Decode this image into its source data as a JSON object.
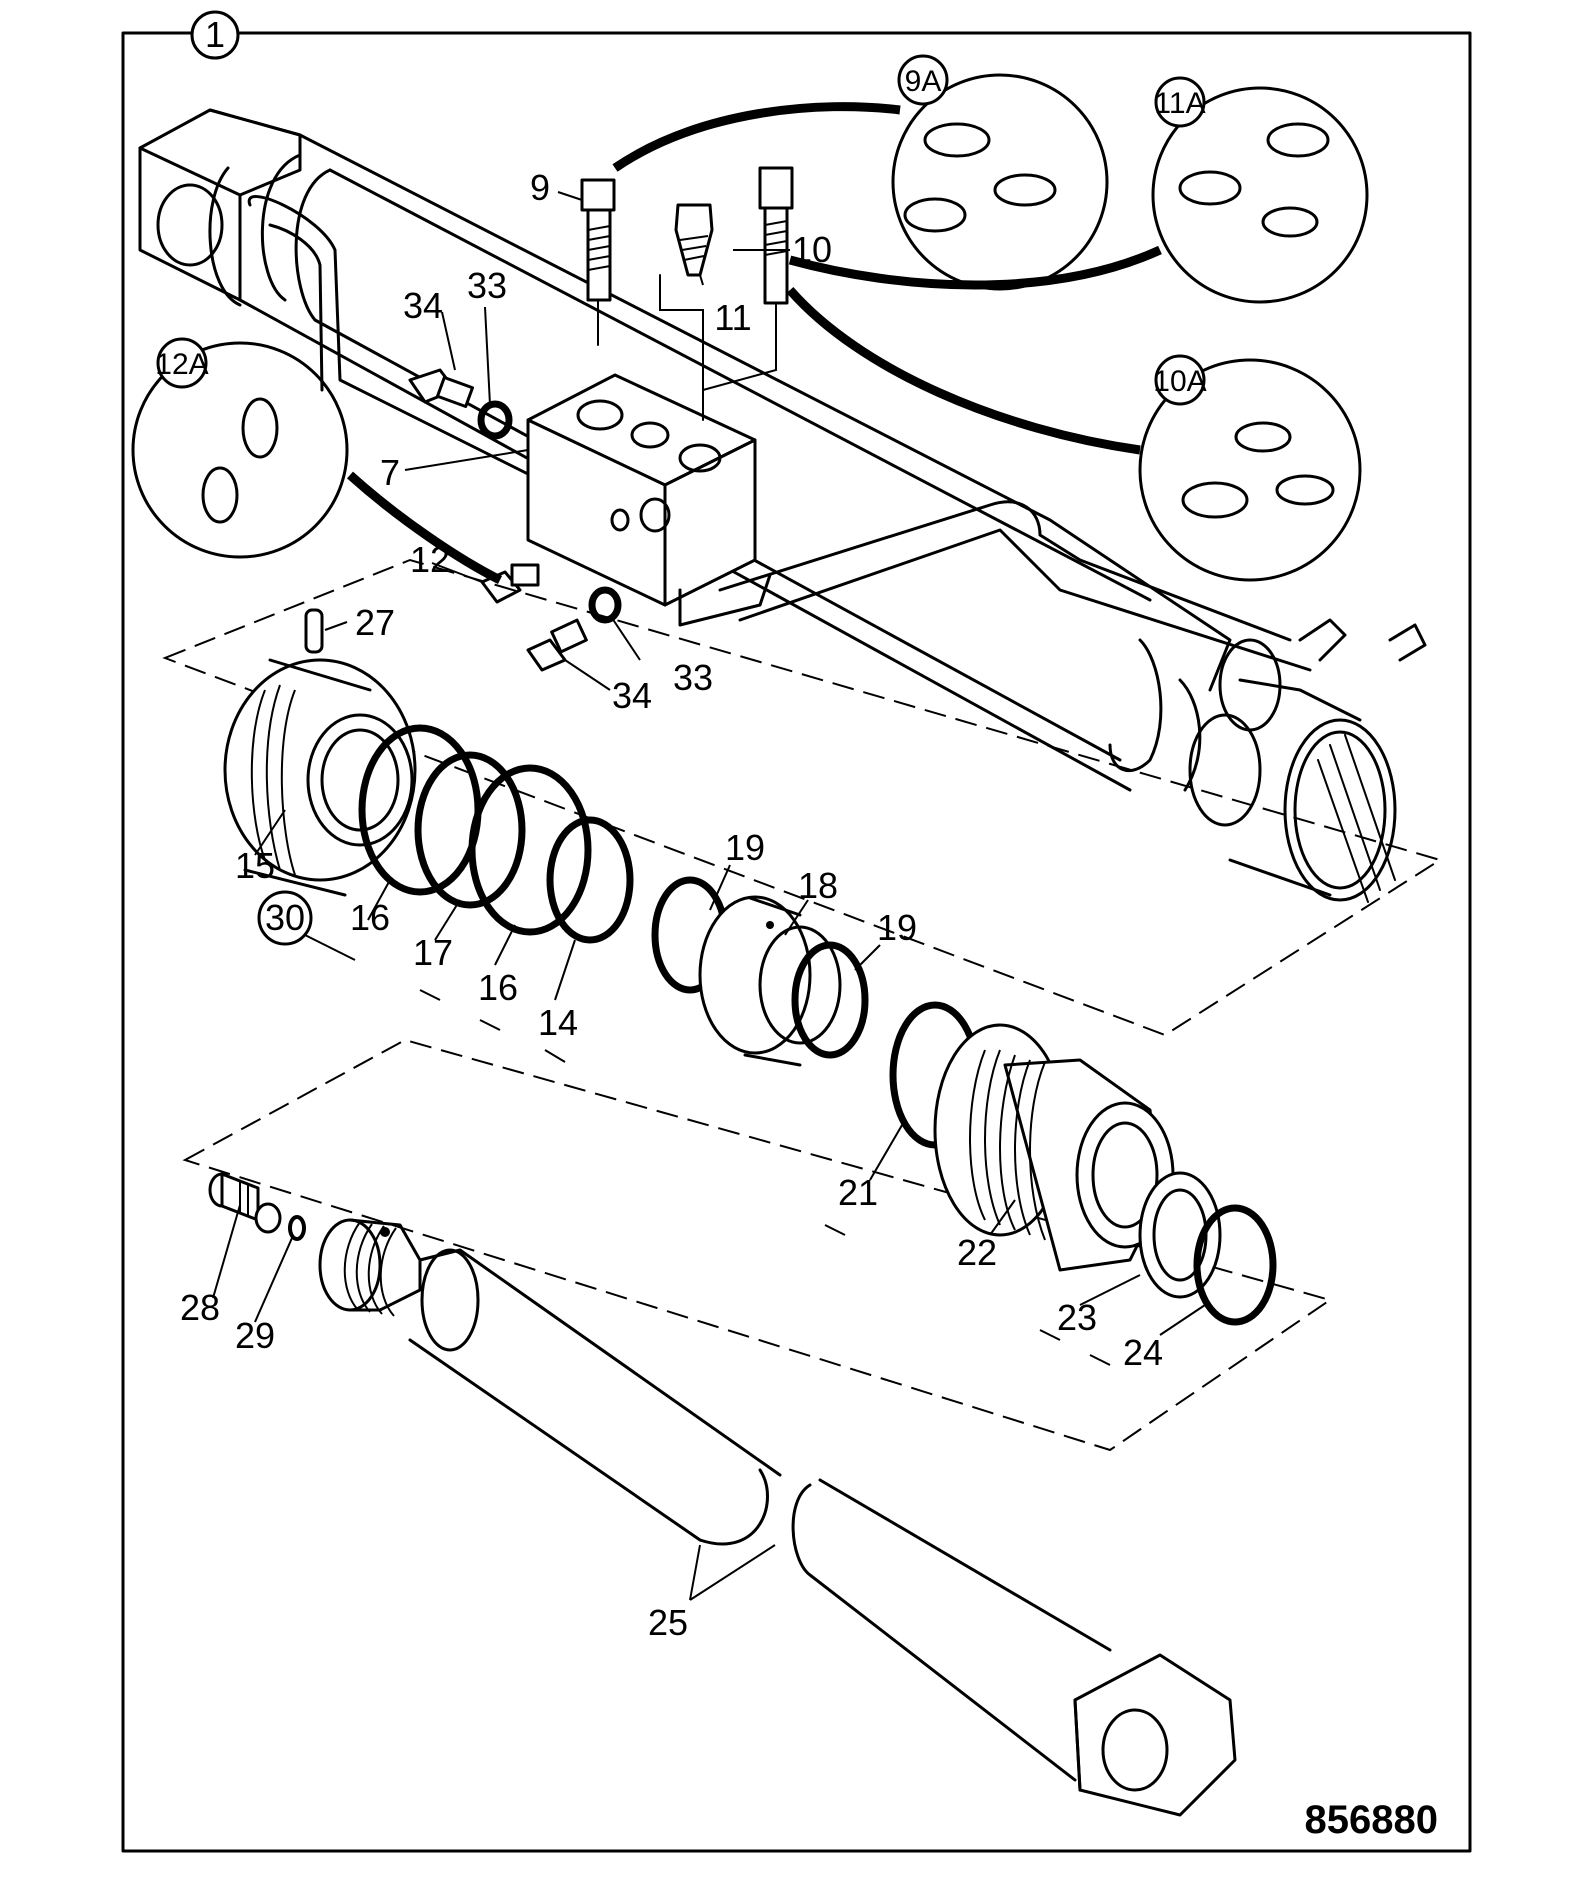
{
  "figure": {
    "figure_number": "1",
    "drawing_reference": "856880"
  },
  "detail_views": [
    {
      "id": "9A"
    },
    {
      "id": "11A"
    },
    {
      "id": "10A"
    },
    {
      "id": "12A"
    }
  ],
  "kit_reference": "30",
  "part_callouts": [
    "9",
    "10",
    "11",
    "33",
    "34",
    "7",
    "12",
    "33",
    "34",
    "27",
    "15",
    "16",
    "17",
    "16",
    "14",
    "19",
    "18",
    "19",
    "21",
    "22",
    "23",
    "24",
    "28",
    "29",
    "25"
  ]
}
